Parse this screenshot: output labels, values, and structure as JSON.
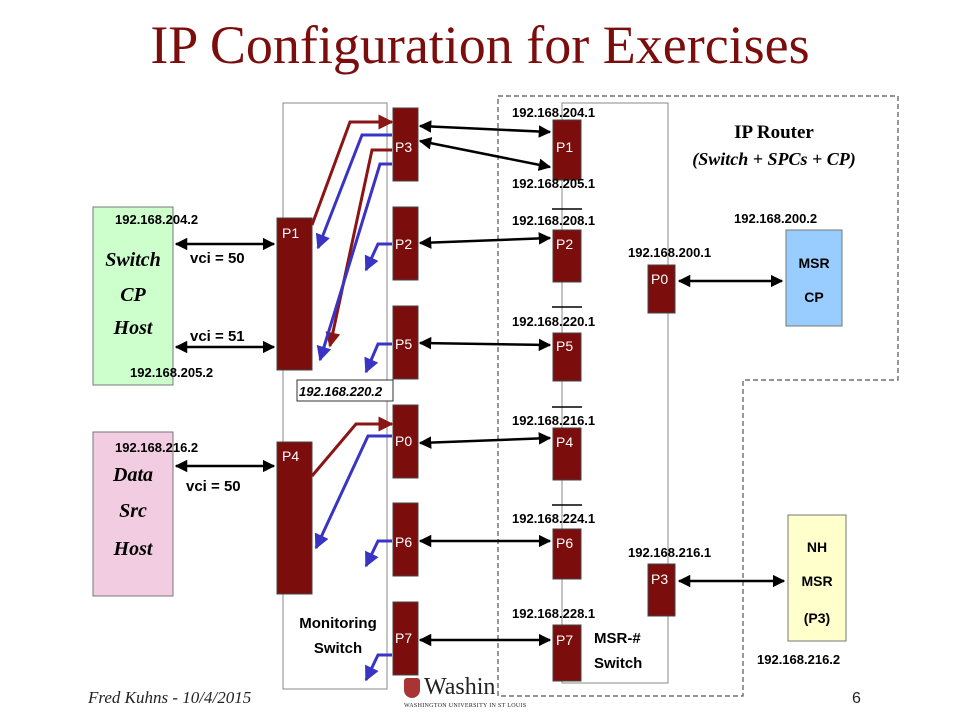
{
  "title": "IP Configuration for Exercises",
  "footer": {
    "author": "Fred Kuhns - 10/4/2015",
    "page": "6",
    "logo_text": "Washin",
    "logo_sub": "WASHINGTON UNIVERSITY IN ST LOUIS"
  },
  "colors": {
    "title": "#7b0d0d",
    "port": "#7b0d0d",
    "blue_line": "#3a34c4",
    "red_line": "#8b1515",
    "switch_host": "#ccffcc",
    "data_host": "#f2cce0",
    "msr_cp": "#99ccff",
    "nh_msr": "#ffffcc"
  },
  "hosts": {
    "switch_cp": {
      "lines": [
        "Switch",
        "CP",
        "Host"
      ],
      "ip_top": "192.168.204.2",
      "ip_bottom": "192.168.205.2"
    },
    "data_src": {
      "lines": [
        "Data",
        "Src",
        "Host"
      ],
      "ip_top": "192.168.216.2"
    }
  },
  "vci": {
    "a": "vci = 50",
    "b": "vci = 51",
    "c": "vci = 50"
  },
  "monitoring_switch": {
    "label_lines": [
      "Monitoring",
      "Switch"
    ],
    "big_ports": [
      "P1",
      "P4"
    ],
    "ports": [
      "P3",
      "P2",
      "P5",
      "P0",
      "P6",
      "P7"
    ],
    "boxed_ip": "192.168.220.2"
  },
  "msr_switch": {
    "label_lines": [
      "MSR-#",
      "Switch"
    ],
    "ports": [
      "P1",
      "P2",
      "P5",
      "P4",
      "P6",
      "P7"
    ],
    "ips": [
      "192.168.204.1",
      "192.168.205.1",
      "192.168.208.1",
      "192.168.220.1",
      "192.168.216.1",
      "192.168.224.1",
      "192.168.228.1"
    ]
  },
  "ip_router": {
    "label": "IP Router",
    "sublabel": "(Switch + SPCs + CP)",
    "p0": {
      "label": "P0",
      "ip": "192.168.200.1"
    },
    "p3": {
      "label": "P3",
      "ip": "192.168.216.1"
    }
  },
  "msr_cp": {
    "lines": [
      "MSR",
      "CP"
    ],
    "ip": "192.168.200.2"
  },
  "nh_msr": {
    "lines": [
      "NH",
      "MSR",
      "(P3)"
    ],
    "ip": "192.168.216.2"
  }
}
